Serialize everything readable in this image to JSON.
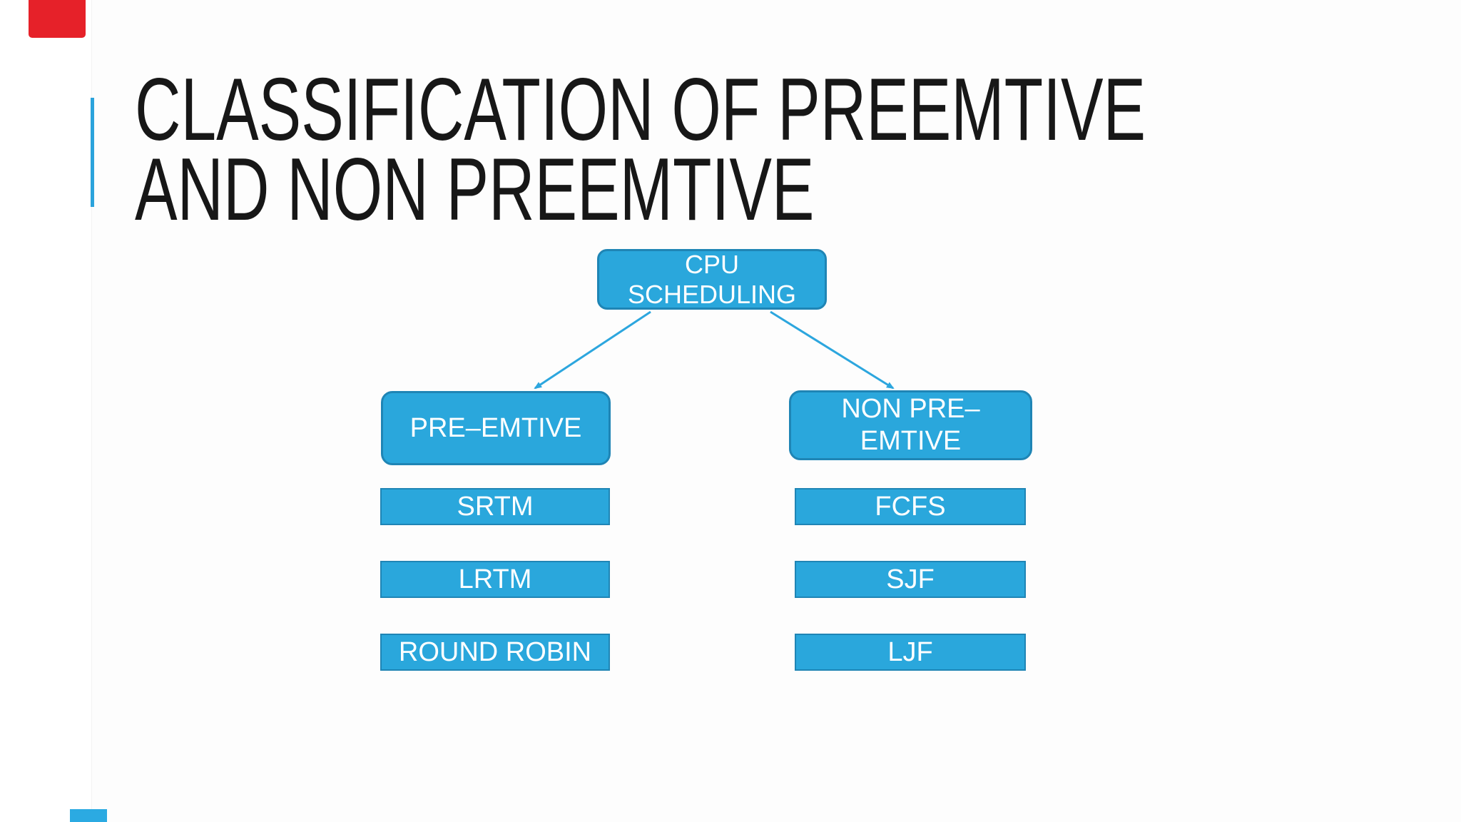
{
  "slide": {
    "title": {
      "line1": "CLASSIFICATION OF PREEMTIVE",
      "line2": "AND NON PREEMTIVE"
    },
    "diagram": {
      "root": {
        "line1": "CPU",
        "line2": "SCHEDULING"
      },
      "left_branch": {
        "parent": "PRE–EMTIVE",
        "children": [
          "SRTM",
          "LRTM",
          "ROUND ROBIN"
        ]
      },
      "right_branch": {
        "parent_line1": "NON PRE–",
        "parent_line2": "EMTIVE",
        "children": [
          "FCFS",
          "SJF",
          "LJF"
        ]
      }
    }
  },
  "colors": {
    "node-fill": "#2aa7dc",
    "node-border": "#1f85b5",
    "arrow": "#2ca6de",
    "title-text": "#171717",
    "accent-line": "#2ba3dc",
    "corner-red": "#e62129",
    "corner-blue": "#2baae2",
    "slide-bg": "#fdfdfd",
    "canvas-bg": "#ffffff"
  }
}
